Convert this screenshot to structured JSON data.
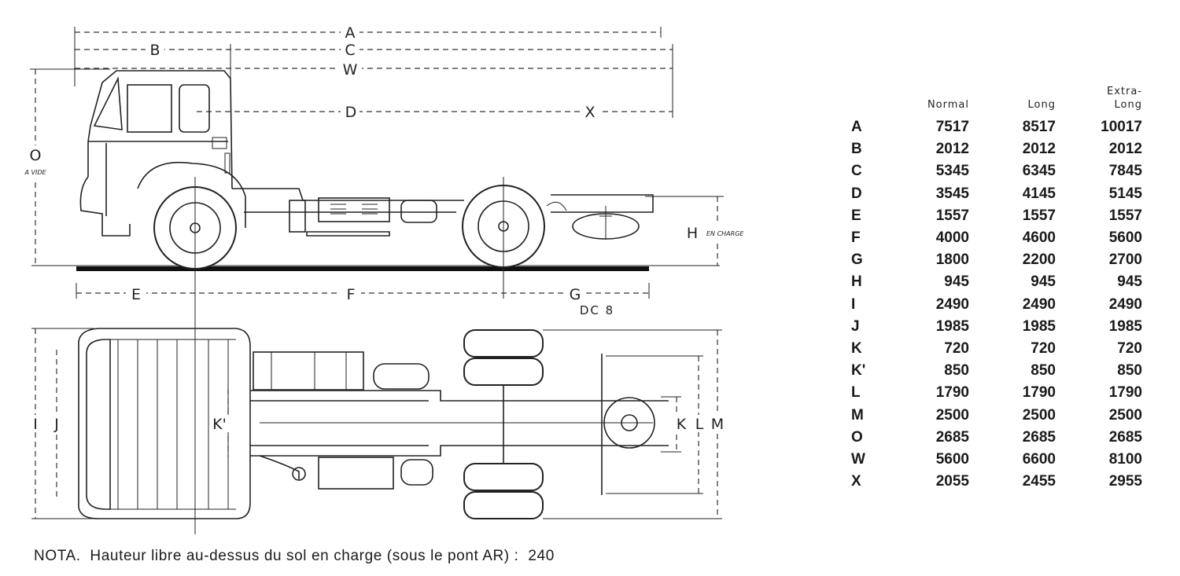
{
  "diagram": {
    "side_view_labels": {
      "A": "A",
      "B": "B",
      "C": "C",
      "W": "W",
      "D": "D",
      "X": "X",
      "O": "O",
      "a_vide": "A VIDE",
      "H": "H",
      "en_charge": "EN CHARGE",
      "E": "E",
      "F": "F",
      "G": "G",
      "dc8": "DC 8"
    },
    "top_view_labels": {
      "I": "I",
      "J": "J",
      "K_prime": "K'",
      "K": "K",
      "L": "L",
      "M": "M"
    }
  },
  "table": {
    "headers": [
      "Normal",
      "Long",
      "Extra-\nLong"
    ],
    "rows": [
      {
        "key": "A",
        "values": [
          "7517",
          "8517",
          "10017"
        ]
      },
      {
        "key": "B",
        "values": [
          "2012",
          "2012",
          "2012"
        ]
      },
      {
        "key": "C",
        "values": [
          "5345",
          "6345",
          "7845"
        ]
      },
      {
        "key": "D",
        "values": [
          "3545",
          "4145",
          "5145"
        ]
      },
      {
        "key": "E",
        "values": [
          "1557",
          "1557",
          "1557"
        ]
      },
      {
        "key": "F",
        "values": [
          "4000",
          "4600",
          "5600"
        ]
      },
      {
        "key": "G",
        "values": [
          "1800",
          "2200",
          "2700"
        ]
      },
      {
        "key": "H",
        "values": [
          "945",
          "945",
          "945"
        ]
      },
      {
        "key": "I",
        "values": [
          "2490",
          "2490",
          "2490"
        ]
      },
      {
        "key": "J",
        "values": [
          "1985",
          "1985",
          "1985"
        ]
      },
      {
        "key": "K",
        "values": [
          "720",
          "720",
          "720"
        ]
      },
      {
        "key": "K'",
        "values": [
          "850",
          "850",
          "850"
        ]
      },
      {
        "key": "L",
        "values": [
          "1790",
          "1790",
          "1790"
        ]
      },
      {
        "key": "M",
        "values": [
          "2500",
          "2500",
          "2500"
        ]
      },
      {
        "key": "O",
        "values": [
          "2685",
          "2685",
          "2685"
        ]
      },
      {
        "key": "W",
        "values": [
          "5600",
          "6600",
          "8100"
        ]
      },
      {
        "key": "X",
        "values": [
          "2055",
          "2455",
          "2955"
        ]
      }
    ]
  },
  "nota": {
    "label": "NOTA.",
    "text": "Hauteur libre au-dessus du sol en charge (sous le pont AR) :",
    "value": "240"
  }
}
